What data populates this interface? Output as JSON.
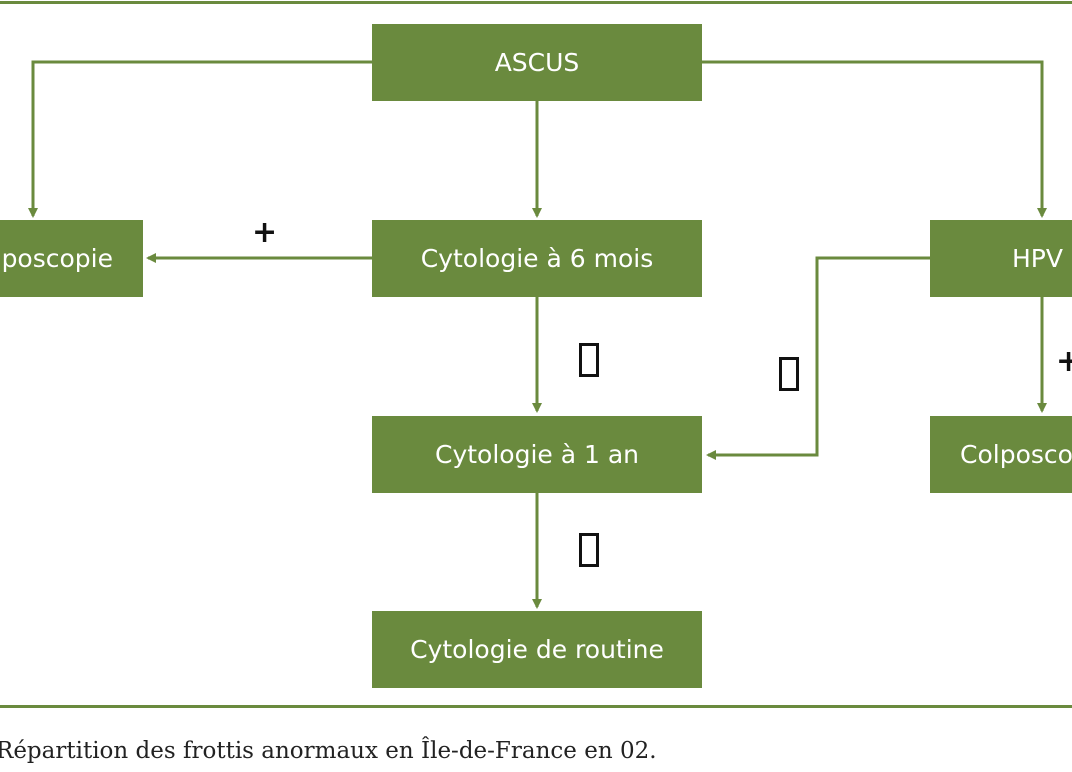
{
  "nodes": {
    "ascus": "ASCUS",
    "colposcopie_left": "poscopie",
    "cytologie_6_mois": "Cytologie à 6 mois",
    "hpv": "HPV",
    "cytologie_1_an": "Cytologie à 1 an",
    "colposcopie_right": "Colposco",
    "cytologie_routine": "Cytologie de routine"
  },
  "edge_labels": {
    "positive_left": "+",
    "positive_right": "+"
  },
  "caption": "Répartition des frottis anormaux en Île-de-France en 02.",
  "colors": {
    "box": "#6a8a3e",
    "line": "#6a8a3e",
    "text_on_box": "#ffffff",
    "label": "#111111"
  }
}
